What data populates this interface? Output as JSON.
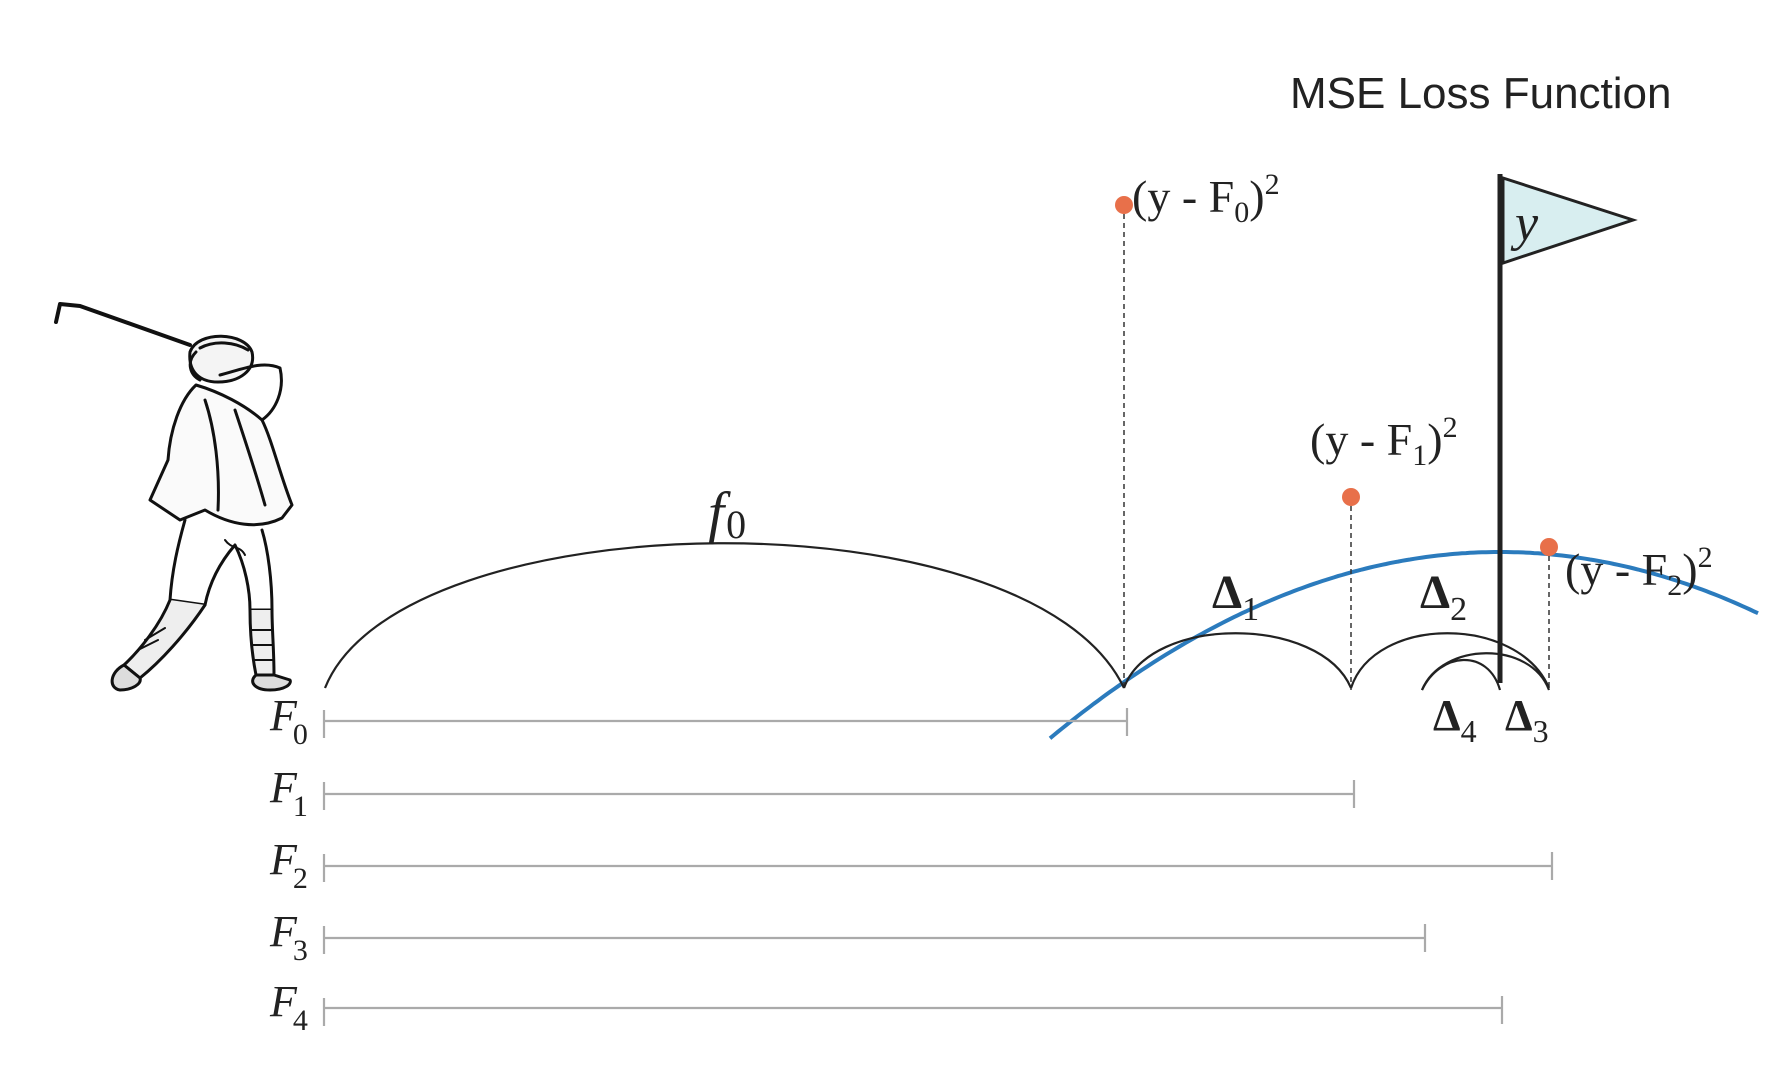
{
  "title": "MSE Loss Function",
  "target_label": "y",
  "first_stage_label": {
    "base": "f",
    "sub": "0"
  },
  "loss_points": [
    {
      "pre": "(y - F",
      "sub": "0",
      "post": ")",
      "sup": "2"
    },
    {
      "pre": "(y - F",
      "sub": "1",
      "post": ")",
      "sup": "2"
    },
    {
      "pre": "(y - F",
      "sub": "2",
      "post": ")",
      "sup": "2"
    }
  ],
  "deltas": [
    {
      "base": "Δ",
      "sub": "1"
    },
    {
      "base": "Δ",
      "sub": "2"
    },
    {
      "base": "Δ",
      "sub": "3"
    },
    {
      "base": "Δ",
      "sub": "4"
    }
  ],
  "predictions": [
    {
      "base": "F",
      "sub": "0"
    },
    {
      "base": "F",
      "sub": "1"
    },
    {
      "base": "F",
      "sub": "2"
    },
    {
      "base": "F",
      "sub": "3"
    },
    {
      "base": "F",
      "sub": "4"
    }
  ],
  "colors": {
    "curve": "#2b7bbd",
    "point": "#e8704a",
    "flag_fill": "#d8eef0",
    "bar": "#aaaaaa",
    "ink": "#222222"
  },
  "icons": [
    "golfer-illustration",
    "flag-icon"
  ]
}
